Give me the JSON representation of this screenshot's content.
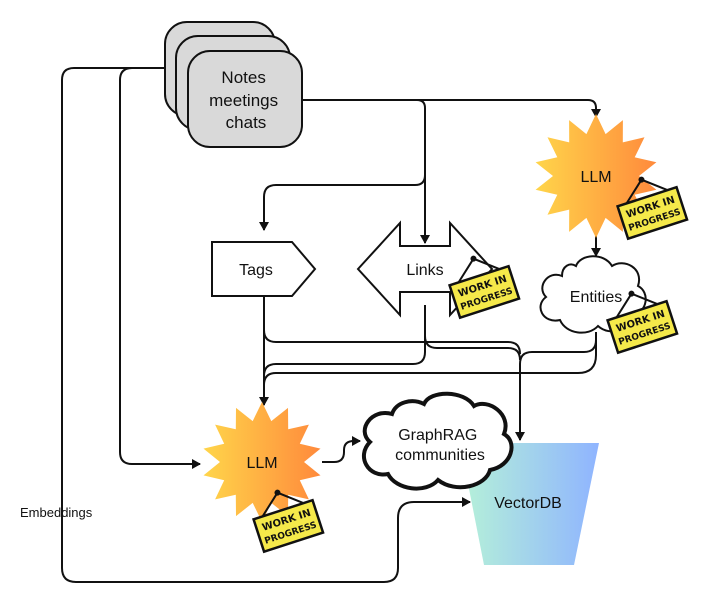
{
  "nodes": {
    "notes": {
      "lines": [
        "Notes",
        "meetings",
        "chats"
      ]
    },
    "llm_top": {
      "label": "LLM"
    },
    "tags": {
      "label": "Tags"
    },
    "links": {
      "label": "Links"
    },
    "entities": {
      "label": "Entities"
    },
    "llm_bottom": {
      "label": "LLM"
    },
    "graphrag": {
      "lines": [
        "GraphRAG",
        "communities"
      ]
    },
    "vectordb": {
      "label": "VectorDB"
    }
  },
  "edge_labels": {
    "embeddings": "Embeddings"
  },
  "wip_sign": {
    "line1": "WORK IN",
    "line2": "PROGRESS"
  },
  "colors": {
    "star_left": "#ffd54a",
    "star_right": "#ff8a3c",
    "notes_fill": "#d9d9d9",
    "sign_fill": "#f5e94a",
    "vectordb_left": "#b6f2d8",
    "vectordb_right": "#8fb4ff"
  }
}
